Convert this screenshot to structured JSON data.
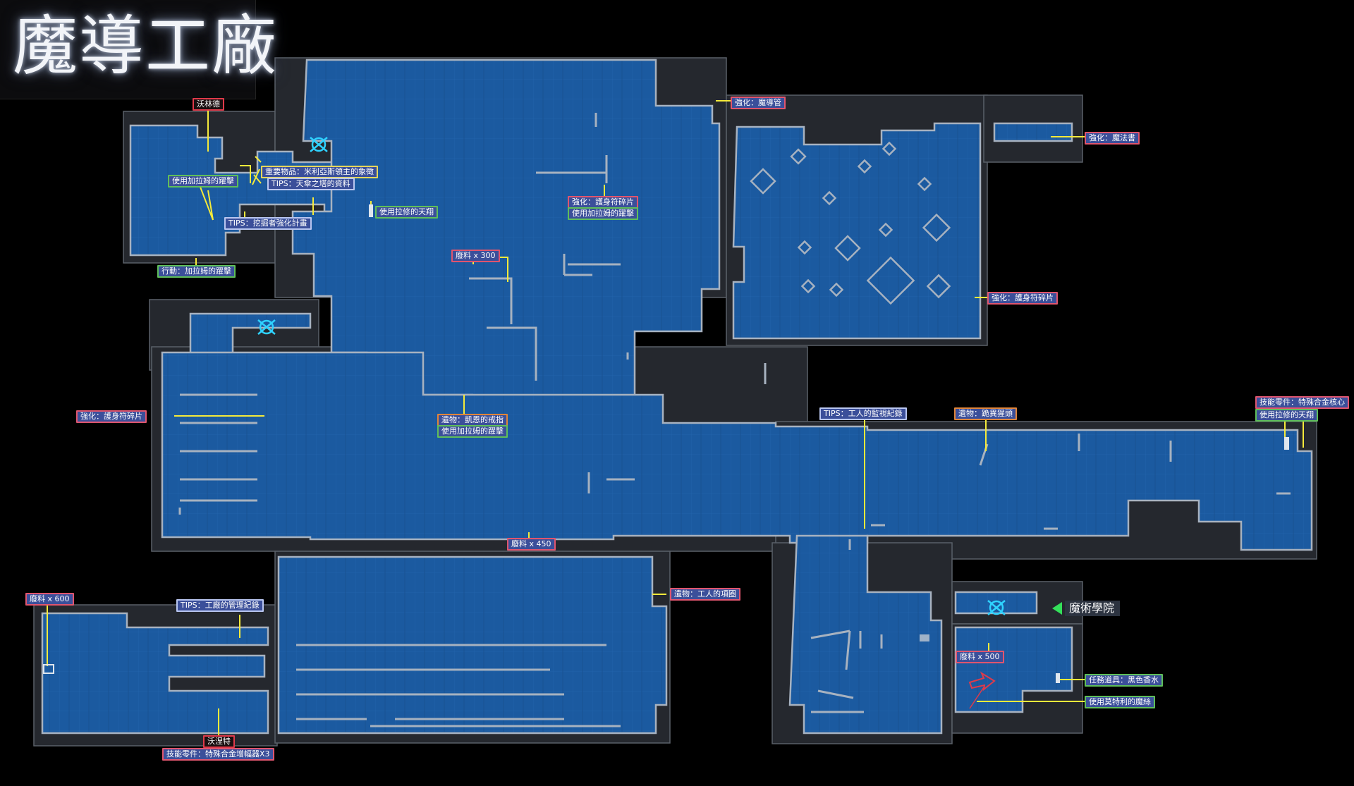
{
  "map": {
    "title": "魔導工廠",
    "area_link": "魔術學院",
    "colors": {
      "background": "#000000",
      "room_fill": "#1b5aa0",
      "room_outline": "#9aa6b4",
      "leader_line": "#f5ea3a",
      "save_icon": "#2fd2ff",
      "destination_arrow": "#34e05a"
    },
    "labels": {
      "wolin": "沃林德",
      "use_galam_blade_1": "使用加拉姆的躍擊",
      "key_item_mirias": "重要物品：米利亞斯領主的象徵",
      "tips_tiankang": "TIPS：天傘之塔的資料",
      "tips_digger": "TIPS：挖掘者強化計畫",
      "use_lasio_fly": "使用拉修的天翔",
      "action_galam_blade": "行動：加拉姆的躍擊",
      "scrap_300": "廢料 x 300",
      "upgrade_amulet_1": "強化：護身符碎片",
      "use_galam_blade_2": "使用加拉姆的躍擊",
      "upgrade_magic_pipe": "強化：魔導管",
      "upgrade_grimoire": "強化：魔法書",
      "upgrade_amulet_2": "強化：護身符碎片",
      "upgrade_amulet_3": "強化：護身符碎片",
      "relic_ring": "遺物：凱恩的戒指",
      "use_galam_blade_3": "使用加拉姆的躍擊",
      "tips_worker_surveillance": "TIPS：工人的監視紀錄",
      "relic_skull": "遺物：跪異猩頭",
      "skill_alloy_core": "技能零件：特殊合金核心",
      "use_lasio_fly_2": "使用拉修的天翔",
      "scrap_450": "廢料 x 450",
      "scrap_600": "廢料 x 600",
      "tips_factory_log": "TIPS：工廠的管理紀錄",
      "relic_worker_necklace": "遺物：工人的項圈",
      "scrap_500": "廢料 x 500",
      "quest_black_perfume": "任務道具：黑色香水",
      "use_ephrit_thread": "使用莫特利的魔絲",
      "wolter": "沃涅特",
      "skill_alloy_amp": "技能零件：特殊合金增幅器X3"
    }
  }
}
